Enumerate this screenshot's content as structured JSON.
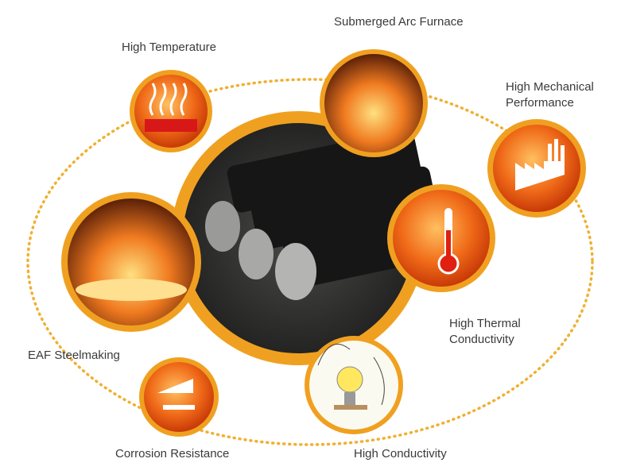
{
  "labels": {
    "high_temperature": "High Temperature",
    "submerged_arc_furnace": "Submerged Arc Furnace",
    "high_mechanical_1": "High Mechanical",
    "high_mechanical_2": "Performance",
    "high_thermal_1": "High Thermal",
    "high_thermal_2": "Conductivity",
    "eaf_steelmaking": "EAF Steelmaking",
    "corrosion_resistance": "Corrosion Resistance",
    "high_conductivity": "High Conductivity"
  },
  "colors": {
    "ring": "#f0a020",
    "dots": "#f0b030",
    "badge": "#e25a10",
    "badge_light": "#ffb040",
    "dark": "#2a2a2a"
  }
}
